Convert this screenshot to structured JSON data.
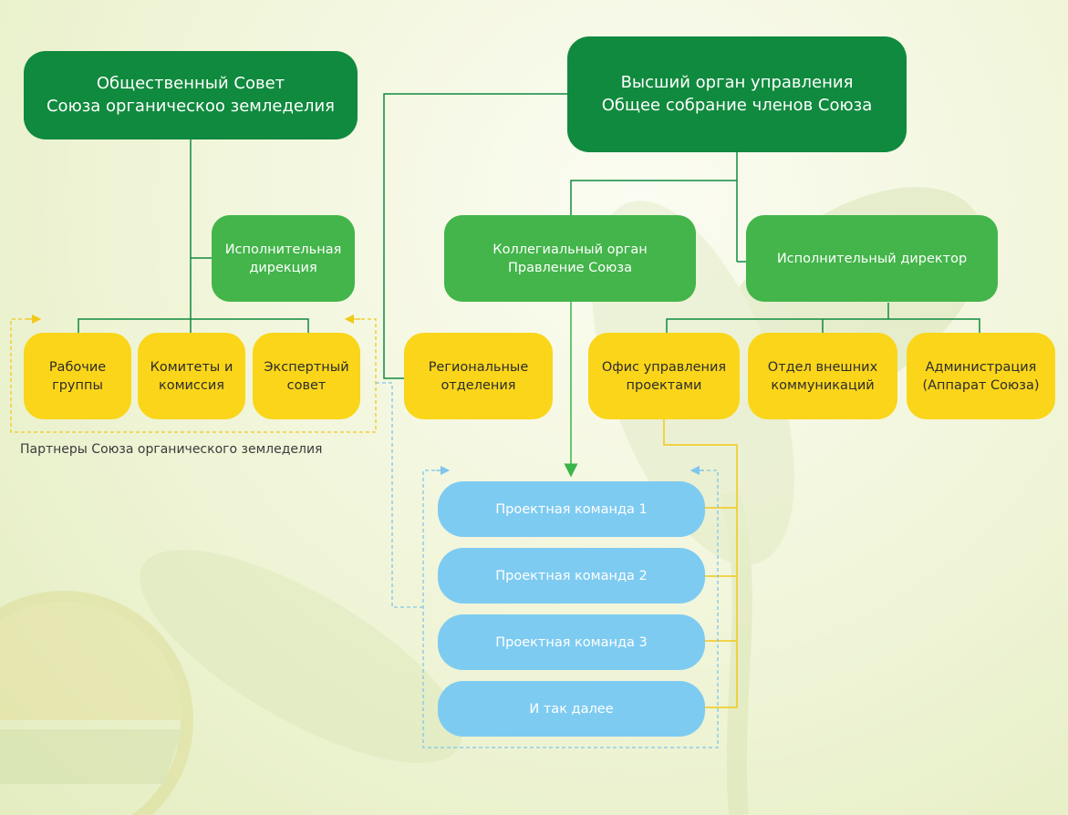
{
  "colors": {
    "dark_green": "#108a3e",
    "green": "#43b54a",
    "yellow": "#fad51a",
    "light_blue": "#7ecbf1",
    "connector_green": "#108a3e",
    "connector_yellow": "#f2c81b",
    "connector_dashed_blue": "#7fc6ec"
  },
  "nodes": {
    "public_council": "Общественный Совет\nСоюза органическоо земледелия",
    "supreme_body": "Высший орган управления\nОбщее собрание членов Союза",
    "executive_directorate": "Исполнительная\nдирекция",
    "collegial_body": "Коллегиальный орган\nПравление Союза",
    "executive_director": "Исполнительный директор",
    "working_groups": "Рабочие\nгруппы",
    "committees": "Комитеты и\nкомиссия",
    "expert_council": "Экспертный\nсовет",
    "regional_branches": "Региональные\nотделения",
    "project_office": "Офис управления\nпроектами",
    "external_comms": "Отдел внешних\nкоммуникаций",
    "administration": "Администрация\n(Аппарат Союза)"
  },
  "project_teams": [
    "Проектная команда 1",
    "Проектная команда 2",
    "Проектная команда 3",
    "И так далее"
  ],
  "partners_caption": "Партнеры Союза органического земледелия"
}
